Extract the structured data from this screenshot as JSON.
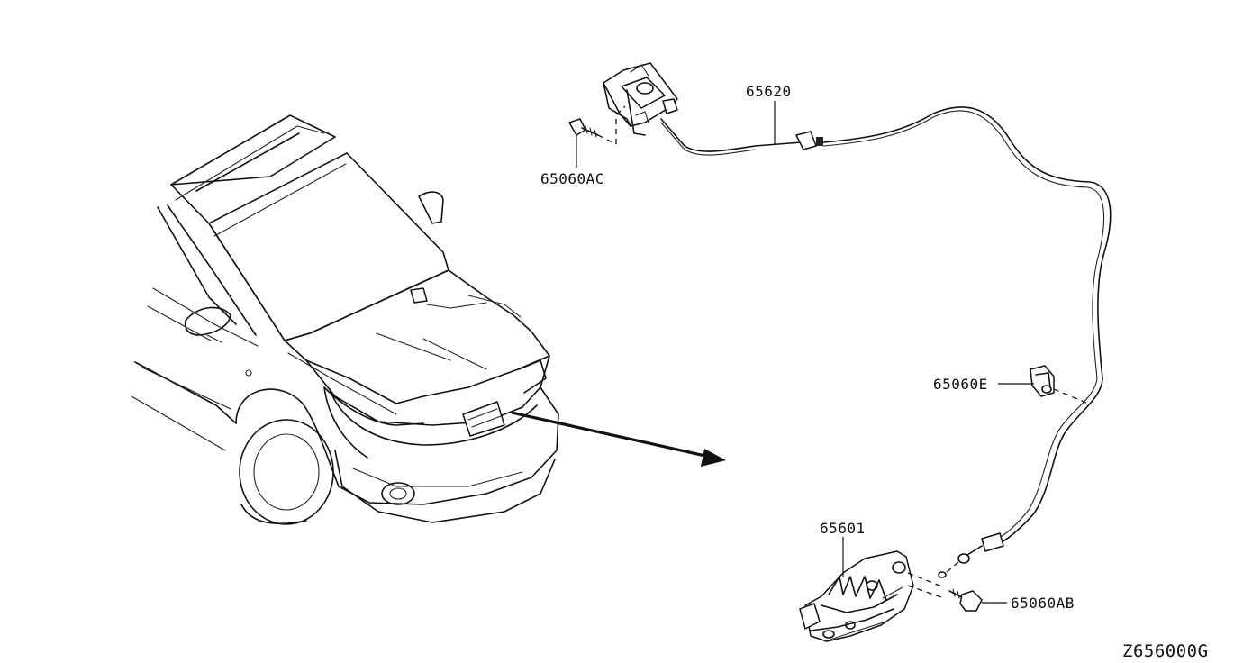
{
  "callouts": {
    "cable": "65620",
    "lever_screw": "65060AC",
    "clip": "65060E",
    "lock": "65601",
    "lock_screw": "65060AB"
  },
  "figure_code": "Z656000G"
}
